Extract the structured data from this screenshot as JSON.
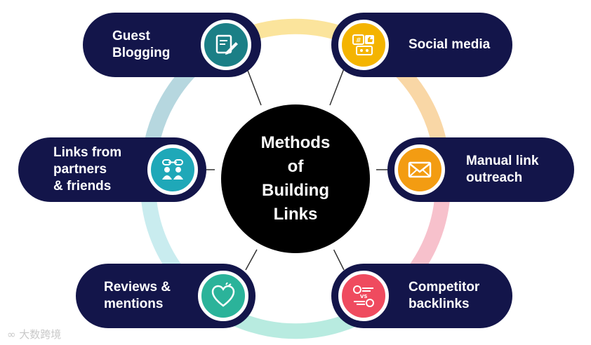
{
  "center": {
    "title": "Methods\nof\nBuilding\nLinks"
  },
  "methods": [
    {
      "label": "Guest\nBlogging",
      "icon": "pencil-note-icon",
      "color": "#1b7f86"
    },
    {
      "label": "Social media",
      "icon": "social-media-icon",
      "color": "#f4b400"
    },
    {
      "label": "Links from\npartners\n& friends",
      "icon": "partners-icon",
      "color": "#1fa8b8"
    },
    {
      "label": "Manual link\noutreach",
      "icon": "envelope-icon",
      "color": "#f39c12"
    },
    {
      "label": "Reviews &\nmentions",
      "icon": "heart-icon",
      "color": "#2bb39a"
    },
    {
      "label": "Competitor\nbacklinks",
      "icon": "competitor-vs-icon",
      "color": "#ef4b5f"
    }
  ],
  "ring_colors": [
    "#fbe49c",
    "#f9d7a6",
    "#f7c1cc",
    "#b8ebe0",
    "#c9ecef",
    "#b6d7df"
  ],
  "watermark": {
    "text": "大数跨境"
  }
}
